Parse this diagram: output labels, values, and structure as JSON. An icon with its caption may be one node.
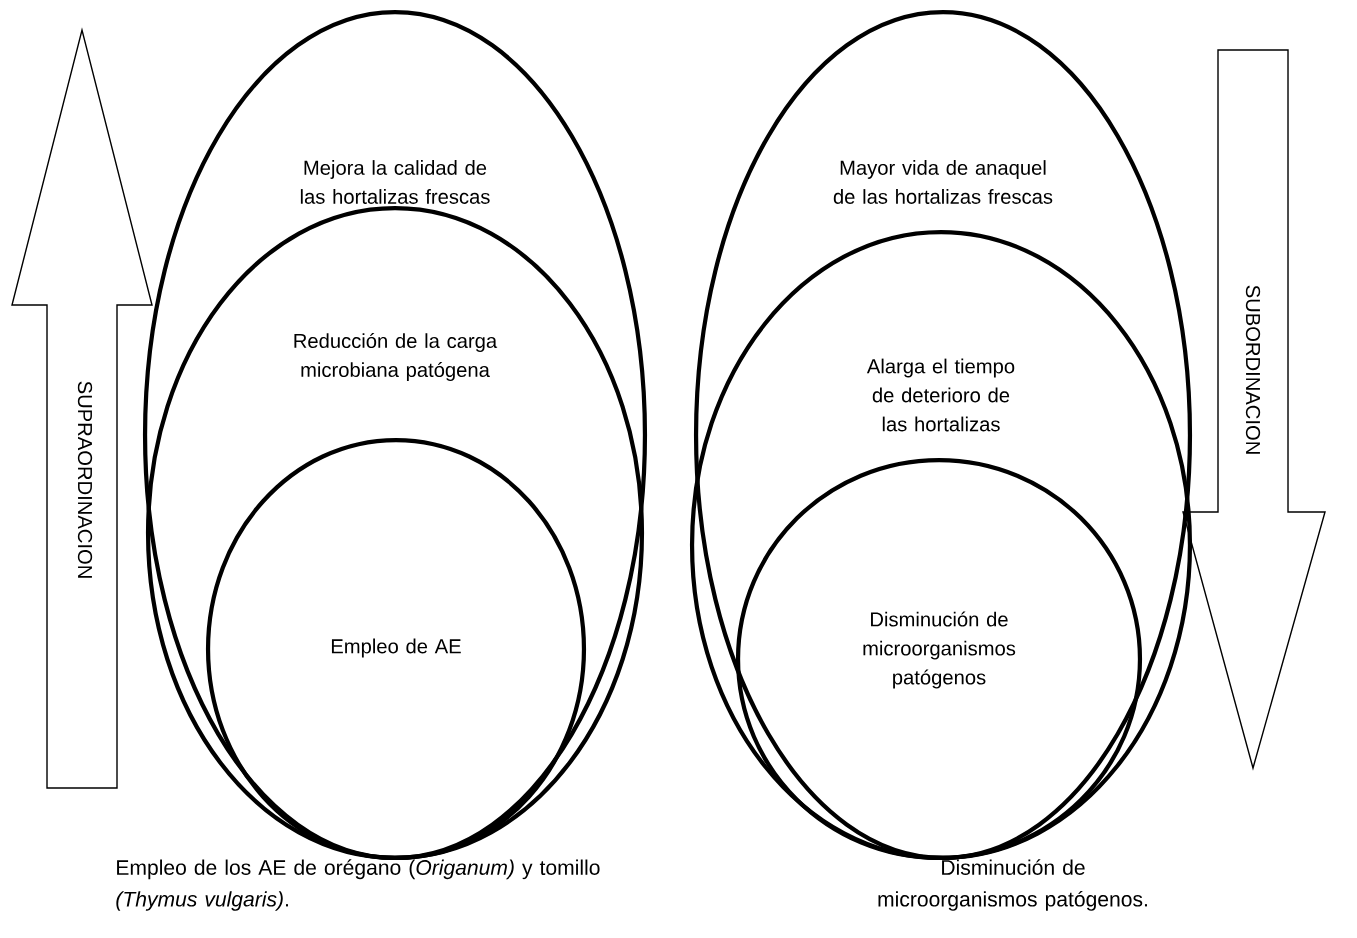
{
  "diagram": {
    "nodes": [
      {
        "text": [
          "SUPRAORDINACION"
        ]
      },
      {
        "text": [
          "Mejora la calidad de las hortalizas frescas"
        ]
      },
      {
        "text": [
          "Reducción de la carga microbiana patógena"
        ],
        "in": 1
      },
      {
        "text": [
          "Empleo  de AE"
        ],
        "in": 2
      },
      {
        "text": [
          "Mayor vida de anaquel de las hortalizas frescas"
        ]
      },
      {
        "text": [
          "Alarga el tiempo de deterioro de las hortalizas"
        ],
        "in": 4
      },
      {
        "text": [
          "Disminución de microorganismos patógenos"
        ],
        "in": 5
      },
      {
        "text": [
          "SUBORDINACION"
        ]
      }
    ],
    "labels": [
      "Empleo de los AE de orégano (*Origanum)* y tomillo *(Thymus vulgaris)*.",
      "Disminución de microorganismos patógenos."
    ]
  }
}
